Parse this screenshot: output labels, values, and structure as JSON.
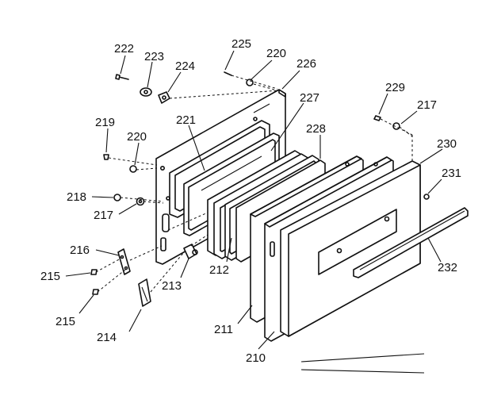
{
  "diagram": {
    "parts": [
      {
        "id": "p222",
        "label": "222"
      },
      {
        "id": "p223",
        "label": "223"
      },
      {
        "id": "p224",
        "label": "224"
      },
      {
        "id": "p225",
        "label": "225"
      },
      {
        "id": "p220a",
        "label": "220"
      },
      {
        "id": "p226",
        "label": "226"
      },
      {
        "id": "p221",
        "label": "221"
      },
      {
        "id": "p227",
        "label": "227"
      },
      {
        "id": "p219",
        "label": "219"
      },
      {
        "id": "p220b",
        "label": "220"
      },
      {
        "id": "p228",
        "label": "228"
      },
      {
        "id": "p229",
        "label": "229"
      },
      {
        "id": "p217a",
        "label": "217"
      },
      {
        "id": "p230",
        "label": "230"
      },
      {
        "id": "p231",
        "label": "231"
      },
      {
        "id": "p218",
        "label": "218"
      },
      {
        "id": "p217b",
        "label": "217"
      },
      {
        "id": "p216",
        "label": "216"
      },
      {
        "id": "p215a",
        "label": "215"
      },
      {
        "id": "p213",
        "label": "213"
      },
      {
        "id": "p212",
        "label": "212"
      },
      {
        "id": "p232",
        "label": "232"
      },
      {
        "id": "p215b",
        "label": "215"
      },
      {
        "id": "p211",
        "label": "211"
      },
      {
        "id": "p214",
        "label": "214"
      },
      {
        "id": "p210",
        "label": "210"
      }
    ]
  }
}
